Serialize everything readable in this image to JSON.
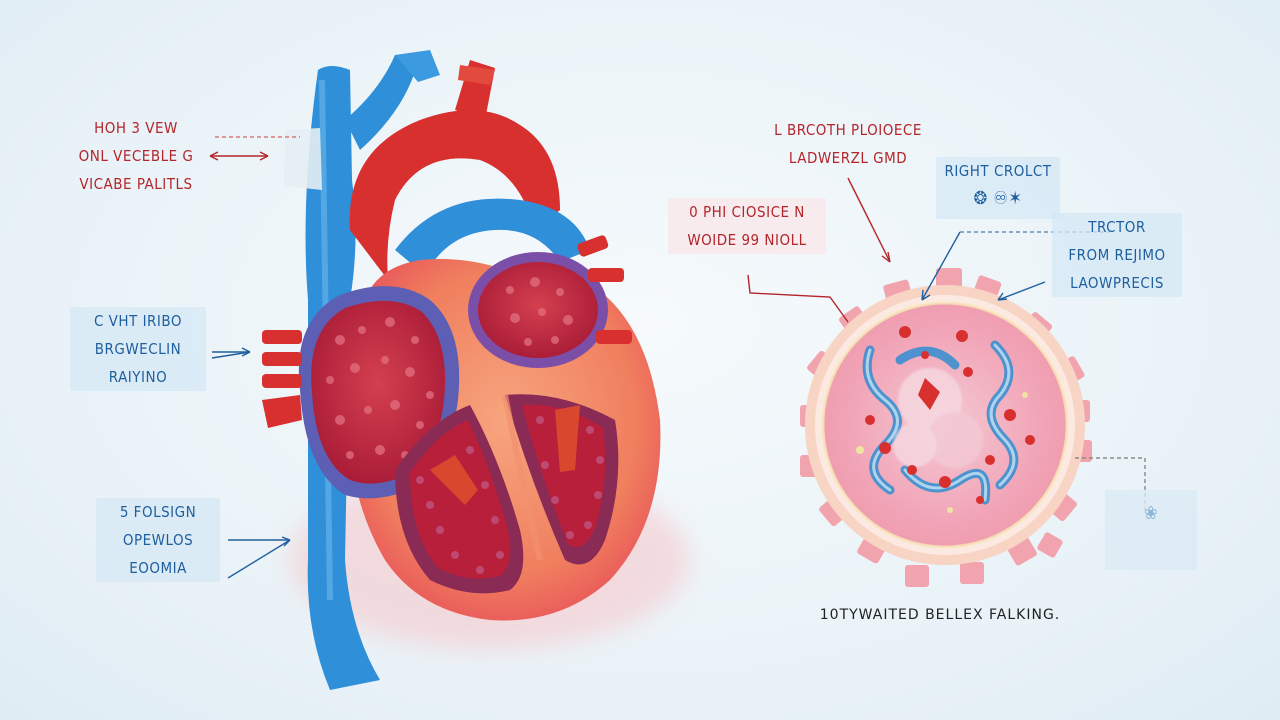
{
  "labels": {
    "top_left": [
      "HOH 3 VEW",
      "ONL VECEBLE G",
      "VICABE PALITLS"
    ],
    "mid_left": [
      "C VHT IRIBO",
      "BRGWECLIN",
      "RAIYINO"
    ],
    "bottom_left": [
      "5 FOLSIGN",
      "OPEWLOS",
      "EOOMIA"
    ],
    "center_red": [
      "0 PHI CIOSICE N",
      "WOIDE 99 NIOLL"
    ],
    "top_center_right": [
      "L BRCOTH PLOIOECE",
      "LADWERZL GMD"
    ],
    "right_small": [
      "RIGHT CROLCT"
    ],
    "right_mid": [
      "TRCTOR",
      "FROM REJIMO",
      "LAOWPRECIS"
    ],
    "caption": "10TYWAITED BELLEX FALKING."
  },
  "icons": {
    "heart": "heart-anatomy-illustration",
    "cell": "cell-cross-section-illustration",
    "small_glyph": "squiggle-glyph-icon",
    "faded_glyph": "faded-glyph-icon"
  },
  "colors": {
    "artery_red": "#d8302e",
    "vein_blue": "#2f8fd8",
    "muscle": "#f28a6a",
    "chamber": "#b81f3a",
    "label_red": "#b3262c",
    "label_blue": "#1f5f9e",
    "cell_pink": "#f2a4ae"
  }
}
